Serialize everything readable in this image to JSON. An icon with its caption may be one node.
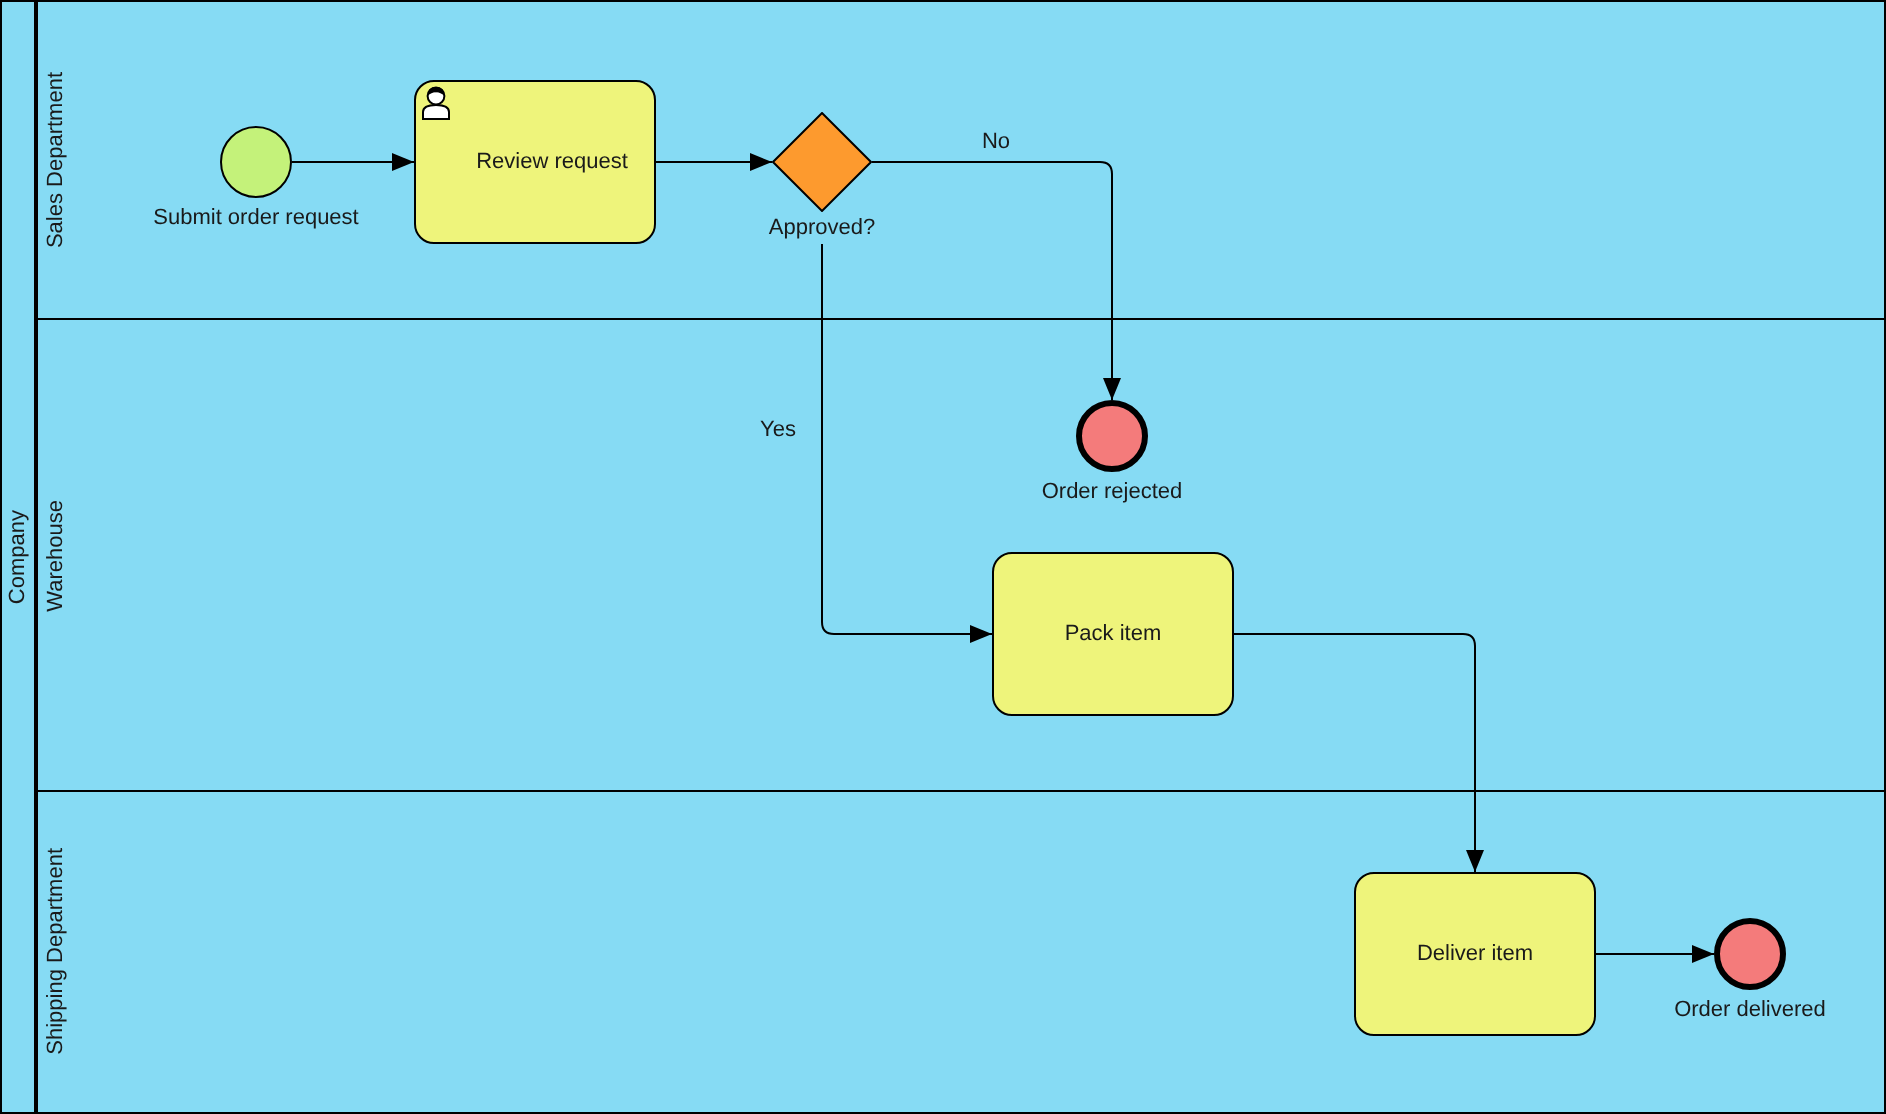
{
  "diagram": {
    "nodes": [
      {
        "text": [
          "Company"
        ]
      },
      {
        "text": [
          "Sales Department"
        ],
        "in": 0
      },
      {
        "text": [
          "Warehouse"
        ],
        "in": 0
      },
      {
        "text": [
          "Shipping Department"
        ],
        "in": 0
      },
      {
        "text": [
          "Submit order request"
        ],
        "in": 1
      },
      {
        "text": [
          "Review request"
        ],
        "in": 1
      },
      {
        "text": [
          "Approved?"
        ],
        "in": 1
      },
      {
        "text": [
          "Order rejected"
        ],
        "in": 2
      },
      {
        "text": [
          "Pack item"
        ],
        "in": 2
      },
      {
        "text": [
          "Deliver item"
        ],
        "in": 3
      },
      {
        "text": [
          "Order delivered"
        ],
        "in": 3
      }
    ],
    "edges": [
      {
        "from": 4,
        "to": 5,
        "arrow": "to"
      },
      {
        "from": 5,
        "to": 6,
        "arrow": "to"
      },
      {
        "from": 6,
        "to": 7,
        "arrow": "to",
        "label": "No"
      },
      {
        "from": 6,
        "to": 8,
        "arrow": "to",
        "label": "Yes"
      },
      {
        "from": 8,
        "to": 9,
        "arrow": "to"
      },
      {
        "from": 9,
        "to": 10,
        "arrow": "to"
      }
    ]
  }
}
